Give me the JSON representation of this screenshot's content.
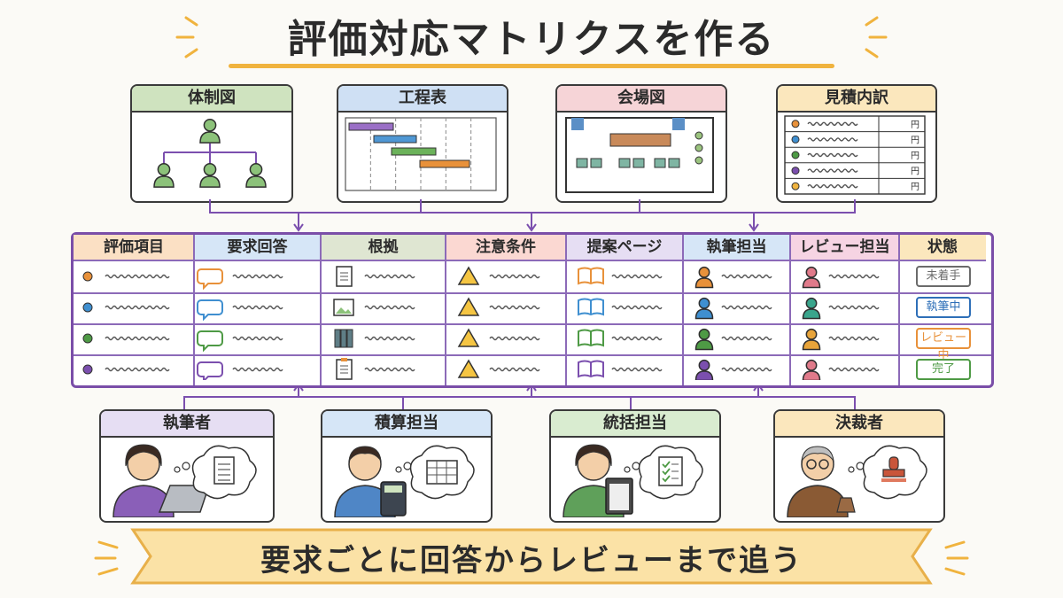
{
  "title": "評価対応マトリクスを作る",
  "source_documents": [
    {
      "label": "体制図",
      "icon": "org-chart-icon",
      "color": "#cfe3bf"
    },
    {
      "label": "工程表",
      "icon": "gantt-chart-icon",
      "color": "#cfe0f4"
    },
    {
      "label": "会場図",
      "icon": "floor-plan-icon",
      "color": "#f6d4d7"
    },
    {
      "label": "見積内訳",
      "icon": "estimate-table-icon",
      "color": "#fbe7bd"
    }
  ],
  "estimate_unit": "円",
  "matrix": {
    "columns": [
      {
        "label": "評価項目",
        "color": "#fbe0c4"
      },
      {
        "label": "要求回答",
        "color": "#d6e6f7"
      },
      {
        "label": "根拠",
        "color": "#dfe6d2"
      },
      {
        "label": "注意条件",
        "color": "#fbd8d2"
      },
      {
        "label": "提案ページ",
        "color": "#e6def3"
      },
      {
        "label": "執筆担当",
        "color": "#d6e6f7"
      },
      {
        "label": "レビュー担当",
        "color": "#f6d4e3"
      },
      {
        "label": "状態",
        "color": "#fbe7bd"
      }
    ],
    "rows": [
      {
        "dot": "#e8913a",
        "bubble": "#e8913a",
        "evidence_icon": "document-icon",
        "book": "#e8913a",
        "person": "#e8913a",
        "reviewer": "#e07a8a",
        "status": "未着手",
        "status_color": "#6b6b6b"
      },
      {
        "dot": "#3f8fd0",
        "bubble": "#3f8fd0",
        "evidence_icon": "image-icon",
        "book": "#3f8fd0",
        "person": "#3f8fd0",
        "reviewer": "#3aa58c",
        "status": "執筆中",
        "status_color": "#2e6fb8"
      },
      {
        "dot": "#4e9a45",
        "bubble": "#4e9a45",
        "evidence_icon": "binders-icon",
        "book": "#4e9a45",
        "person": "#4e9a45",
        "reviewer": "#e8a43a",
        "status": "レビュー中",
        "status_color": "#e8913a"
      },
      {
        "dot": "#7b4fae",
        "bubble": "#7b4fae",
        "evidence_icon": "clipboard-icon",
        "book": "#7b4fae",
        "person": "#7b4fae",
        "reviewer": "#e07a8a",
        "status": "完了",
        "status_color": "#4e9a45"
      }
    ]
  },
  "roles": [
    {
      "label": "執筆者",
      "color": "#e6def3",
      "thought_icon": "document-icon",
      "prop": "laptop"
    },
    {
      "label": "積算担当",
      "color": "#d6e6f7",
      "thought_icon": "spreadsheet-icon",
      "prop": "calculator"
    },
    {
      "label": "統括担当",
      "color": "#d9ecd0",
      "thought_icon": "checklist-icon",
      "prop": "clipboard"
    },
    {
      "label": "決裁者",
      "color": "#fbe7bd",
      "thought_icon": "stamp-icon",
      "prop": "stamp"
    }
  ],
  "banner": "要求ごとに回答からレビューまで追う"
}
